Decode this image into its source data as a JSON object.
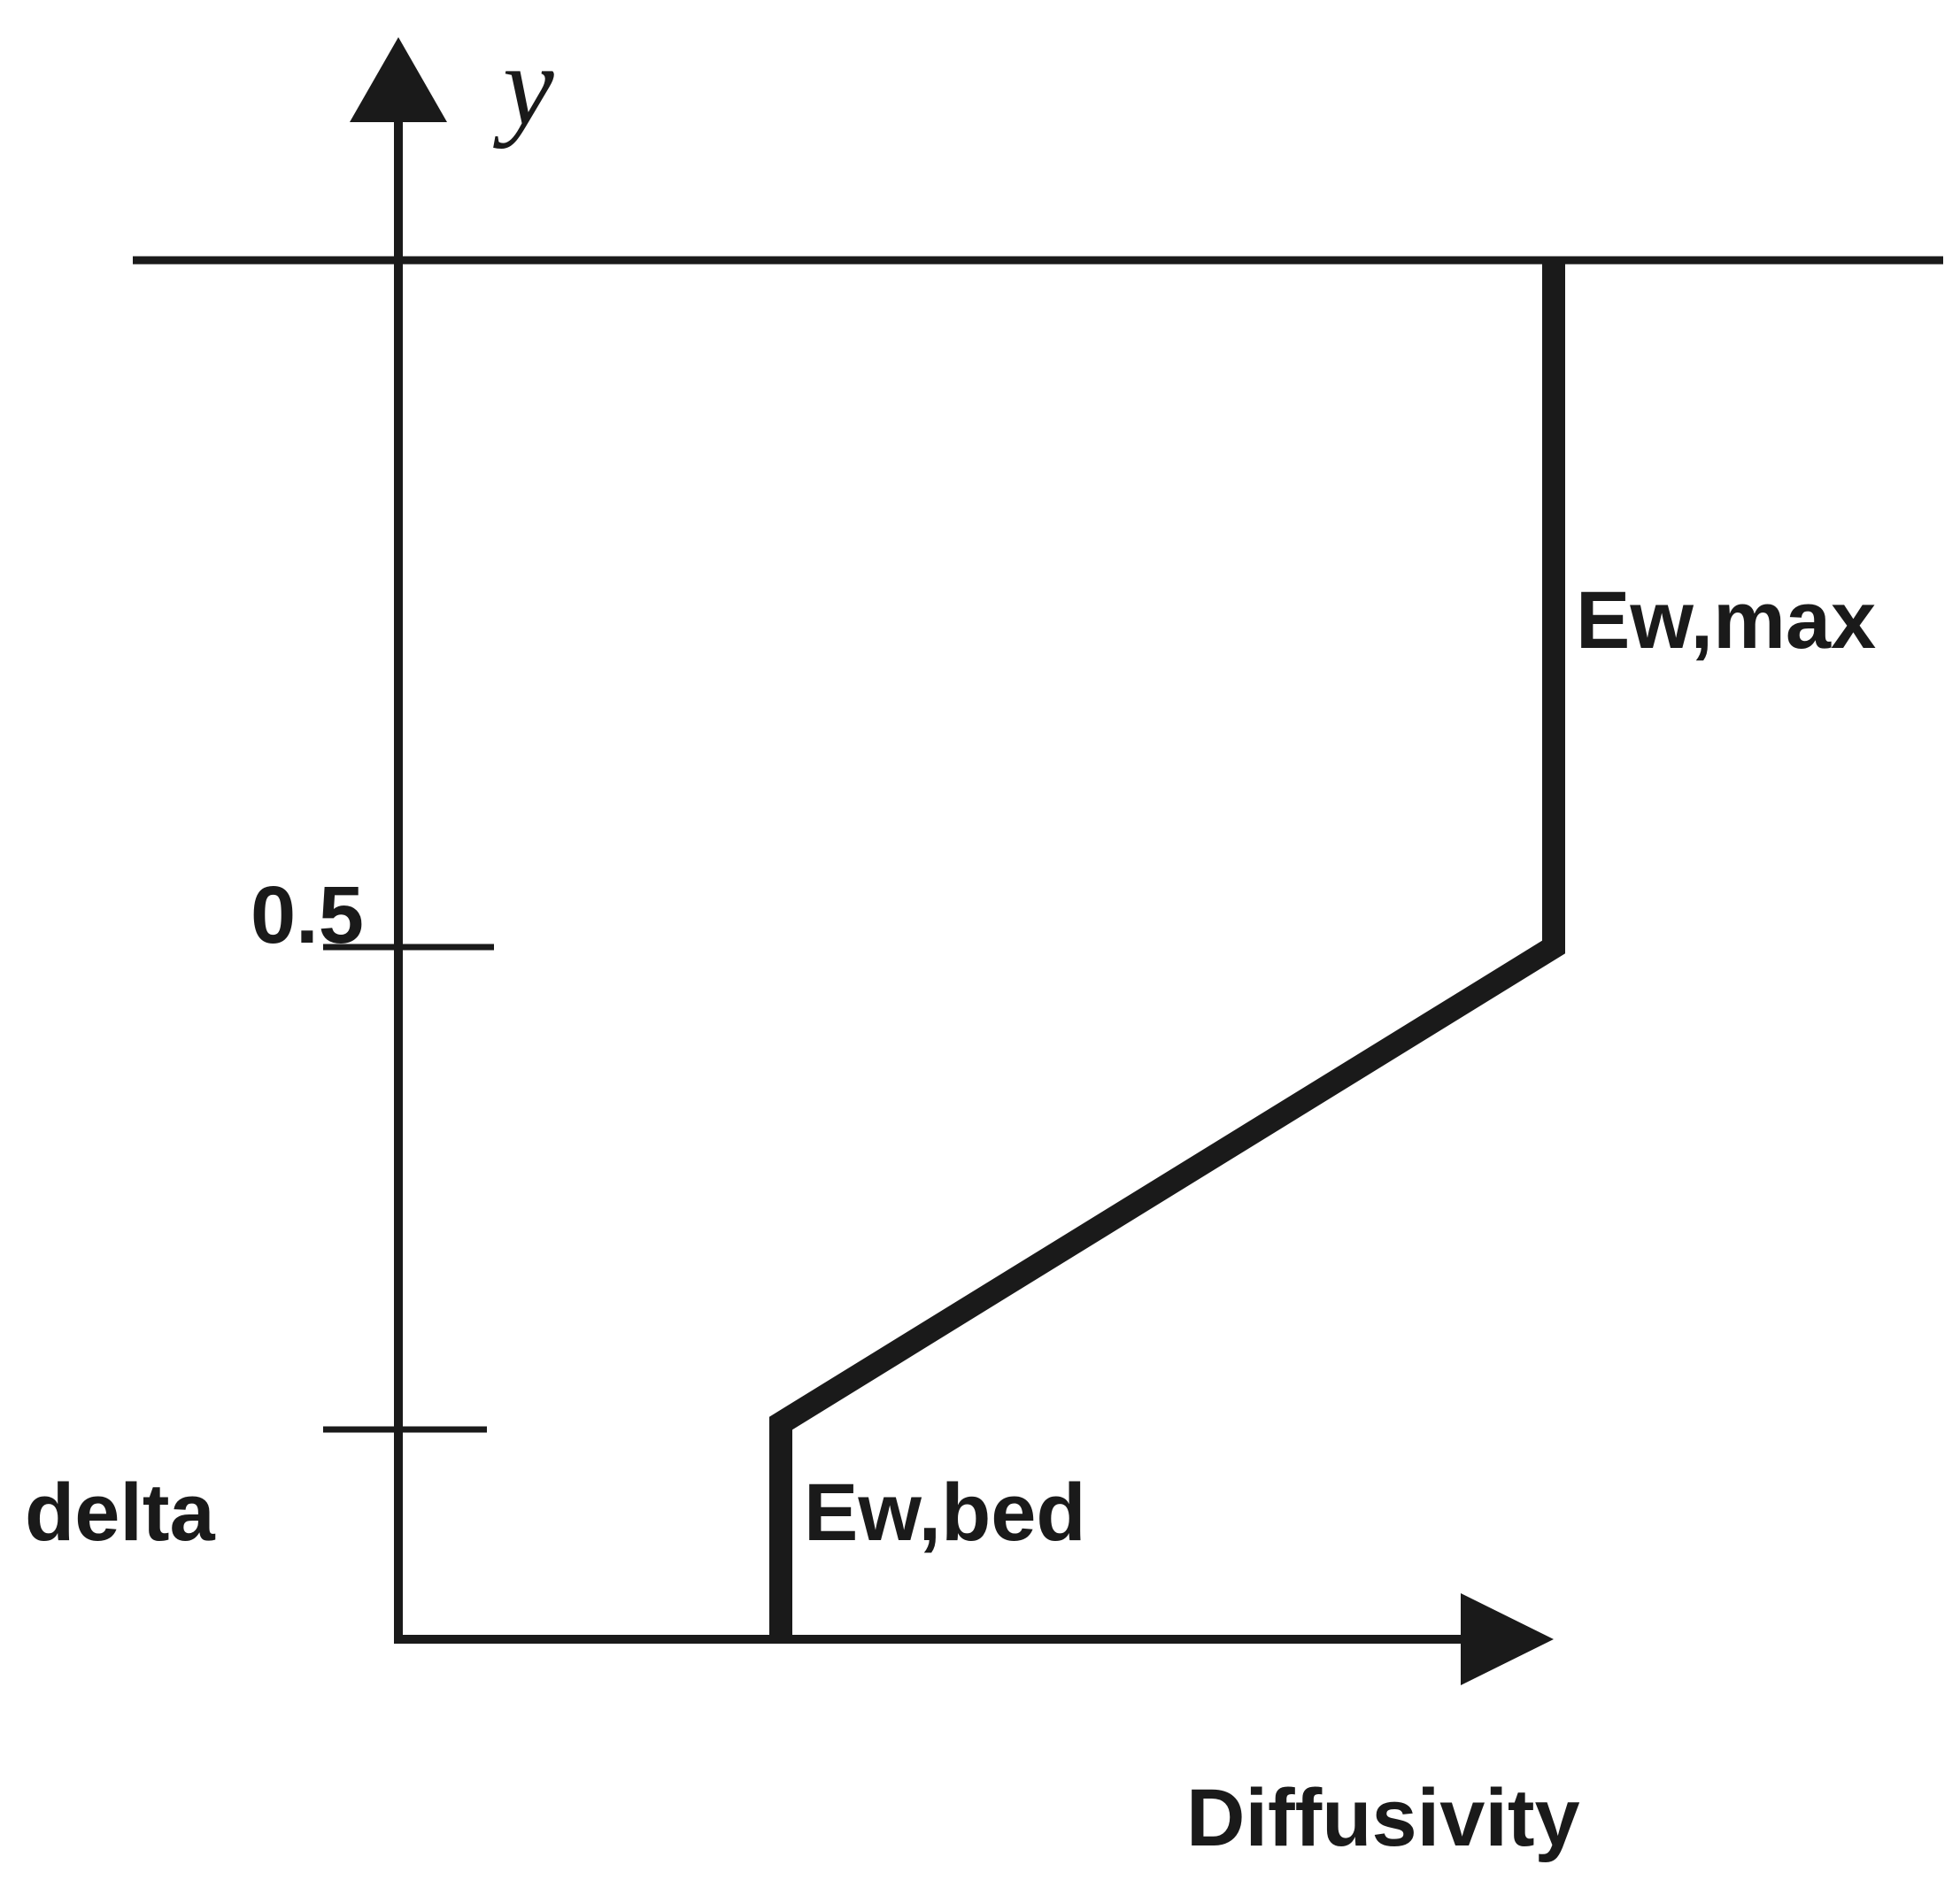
{
  "diagram": {
    "y_axis_label": "y",
    "x_axis_label": "Diffusivity",
    "tick_half_label": "0.5",
    "delta_label": "delta",
    "ew_max_label": "Ew,max",
    "ew_bed_label": "Ew,bed"
  },
  "colors": {
    "ink": "#1a1a1a",
    "background": "#ffffff"
  }
}
